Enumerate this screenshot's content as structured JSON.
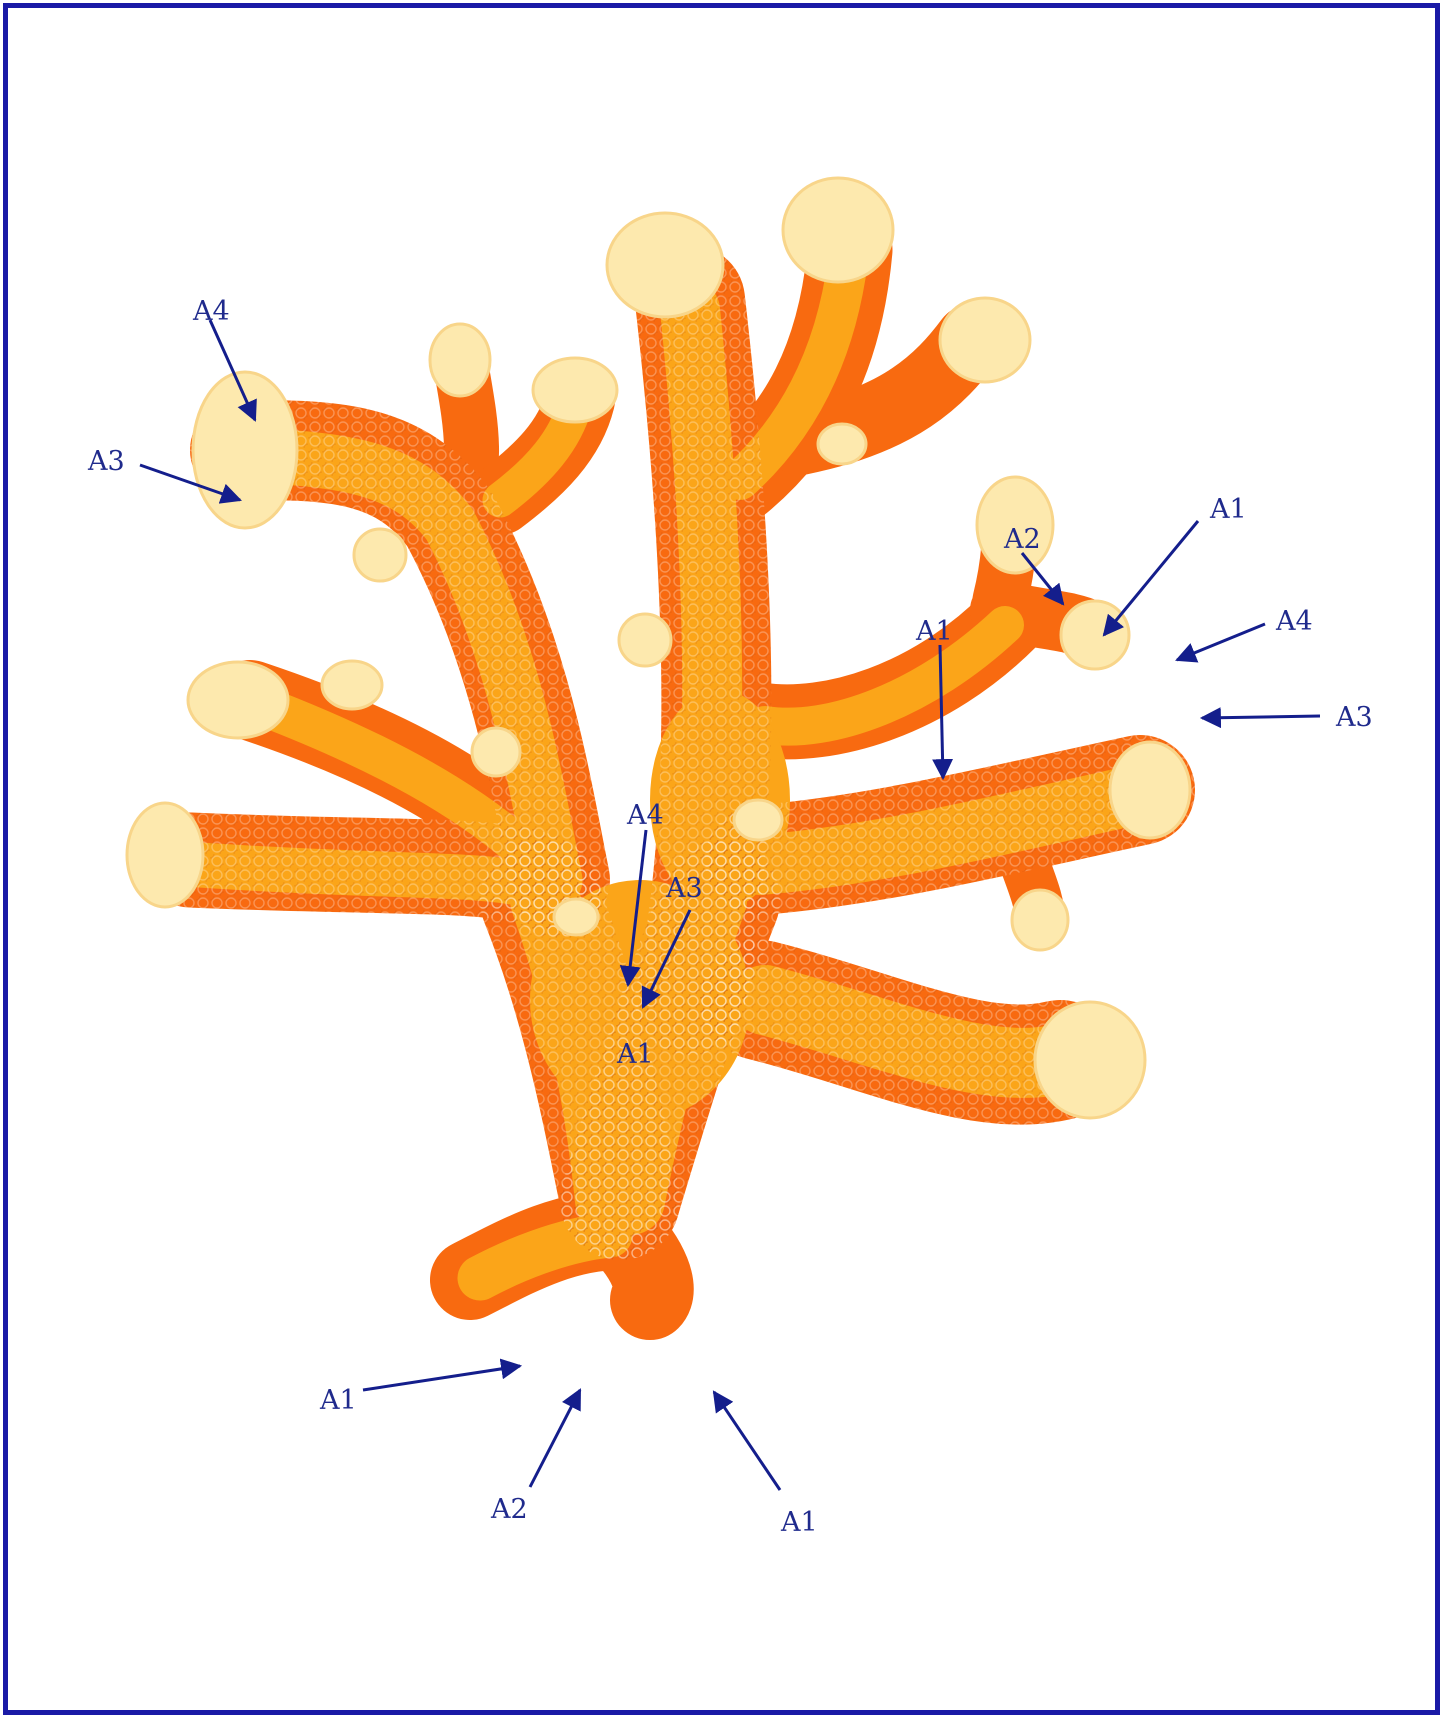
{
  "colors": {
    "frame": "#1a1aa6",
    "arrow": "#141e8c",
    "label": "#1f2a8c",
    "zone_A1": "#f86a10",
    "zone_A2": "#fba519",
    "zone_A3": "#fde9ae",
    "zone_A4": "#fbd980"
  },
  "labels": [
    {
      "id": "l1",
      "text": "A4"
    },
    {
      "id": "l2",
      "text": "A3"
    },
    {
      "id": "l3",
      "text": "A2"
    },
    {
      "id": "l4",
      "text": "A1"
    },
    {
      "id": "l5",
      "text": "A4"
    },
    {
      "id": "l6",
      "text": "A1"
    },
    {
      "id": "l7",
      "text": "A3"
    },
    {
      "id": "l8",
      "text": "A4"
    },
    {
      "id": "l9",
      "text": "A3"
    },
    {
      "id": "l10",
      "text": "A1"
    },
    {
      "id": "l11",
      "text": "A1"
    },
    {
      "id": "l12",
      "text": "A2"
    },
    {
      "id": "l13",
      "text": "A1"
    }
  ]
}
